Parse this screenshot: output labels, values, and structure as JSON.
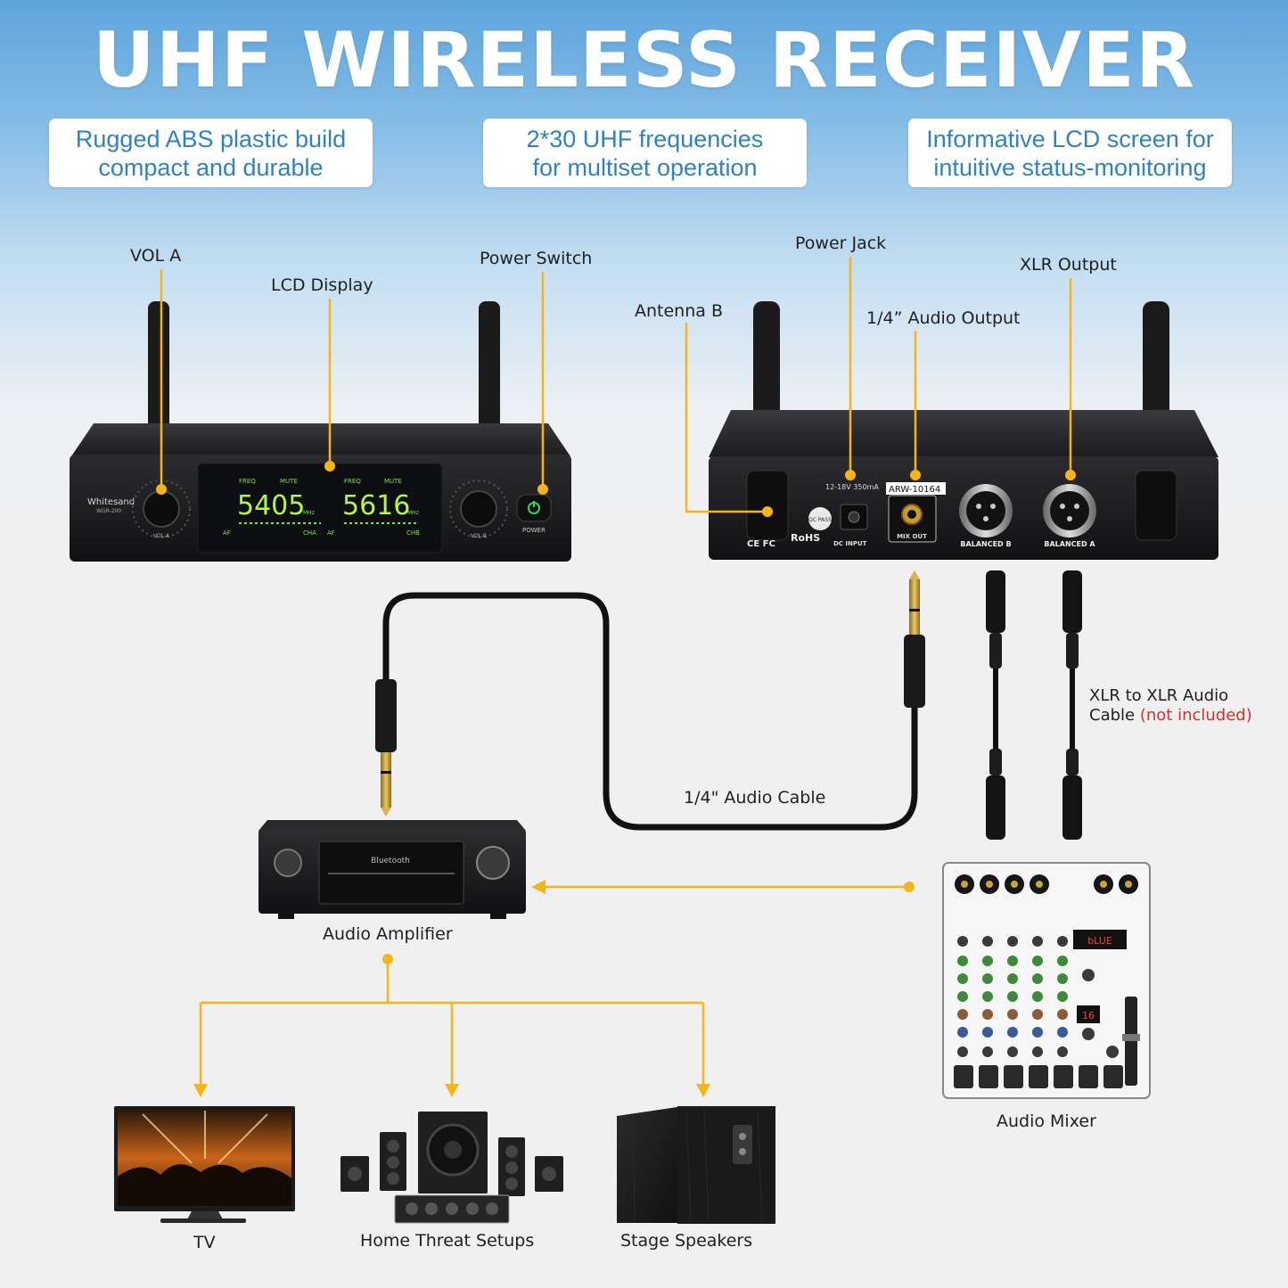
{
  "title": "UHF WIRELESS RECEIVER",
  "features": [
    {
      "line1": "Rugged ABS plastic build",
      "line2": "compact and durable"
    },
    {
      "line1": "2*30 UHF frequencies",
      "line2": "for multiset operation"
    },
    {
      "line1": "Informative LCD screen for",
      "line2": "intuitive status-monitoring"
    }
  ],
  "front_panel": {
    "labels": {
      "vol_a": "VOL A",
      "lcd_display": "LCD Display",
      "power_switch": "Power Switch"
    },
    "brand": "Whitesand",
    "model": "WGR-200",
    "knob_a": "VOL-A",
    "knob_b": "VOL-B",
    "power": "POWER",
    "freq_a": "5405",
    "freq_b": "5616",
    "unit": "MHz",
    "ch_a": "CHA",
    "ch_b": "CHB",
    "freq_tag": "FREQ",
    "mute_tag": "MUTE",
    "af_tag": "AF"
  },
  "rear_panel": {
    "labels": {
      "antenna_b": "Antenna B",
      "power_jack": "Power Jack",
      "audio_output": "1/4” Audio Output",
      "xlr_output": "XLR Output"
    },
    "power_spec": "12-18V 350mA",
    "serial": "ARW-10164",
    "qc": "QC PASS",
    "rohs": "RoHS",
    "ce": "CE FC",
    "dc_input": "DC INPUT",
    "mix_out": "MIX  OUT",
    "balanced_b": "BALANCED B",
    "balanced_a": "BALANCED A"
  },
  "cables": {
    "audio_cable": "1/4\" Audio Cable",
    "xlr_cable_line1": "XLR to XLR Audio",
    "xlr_cable_line2": "Cable",
    "xlr_cable_note": "(not included)"
  },
  "devices": {
    "amplifier": "Audio Amplifier",
    "amplifier_display": "Bluetooth",
    "mixer": "Audio Mixer",
    "mixer_display": "bLUE",
    "mixer_display2": "16",
    "tv": "TV",
    "home_theater": "Home Threat Setups",
    "speakers": "Stage Speakers"
  },
  "colors": {
    "accent_line": "#f4b41a",
    "feature_text": "#2f82c2",
    "title": "#ffffff",
    "note_red": "#d2302d"
  }
}
